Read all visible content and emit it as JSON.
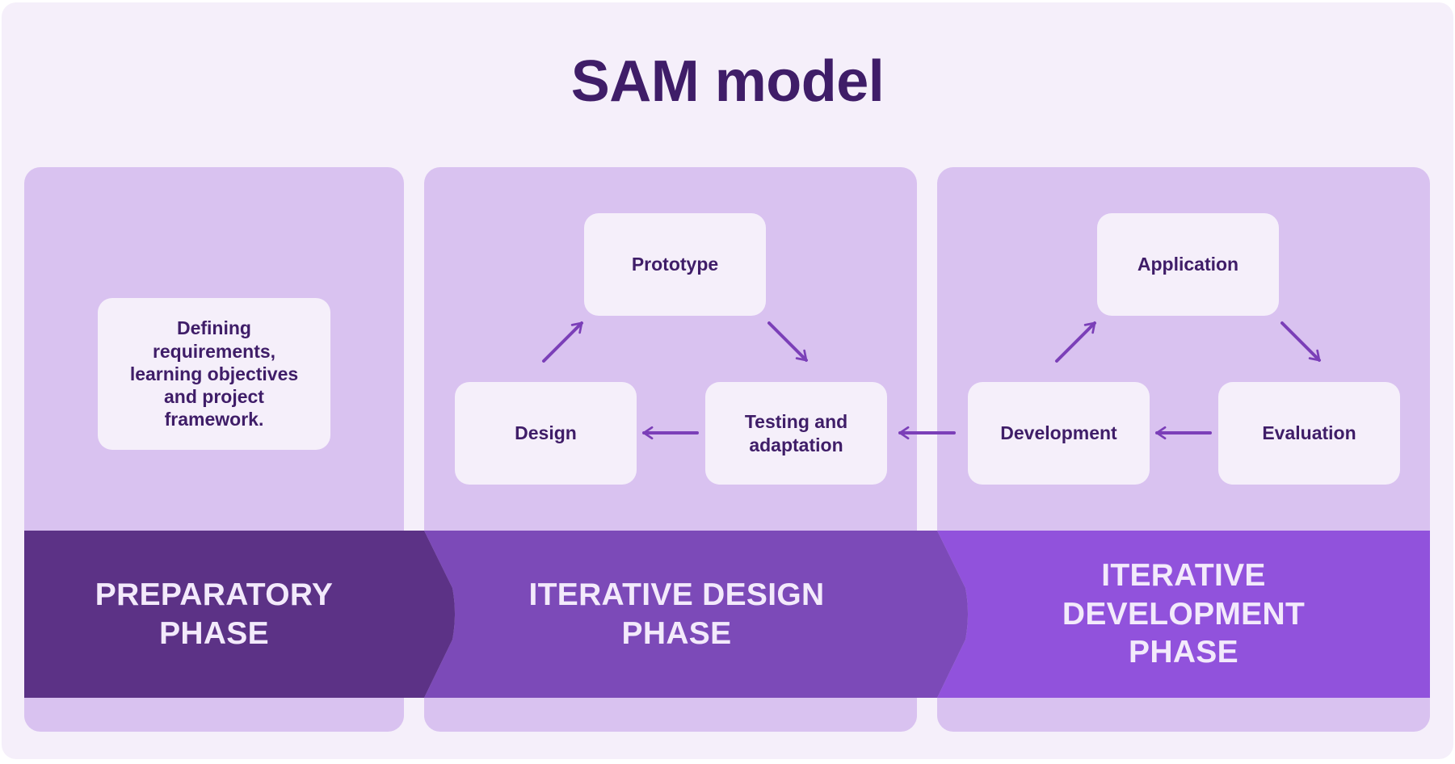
{
  "title": "SAM model",
  "colors": {
    "background": "#f5effa",
    "panel": "#d9c2f0",
    "node": "#f5effa",
    "text_dark": "#3f1d68",
    "arrow": "#7b3fb8",
    "band_preparatory": "#5c3286",
    "band_design": "#7c4ab8",
    "band_development": "#9152dc"
  },
  "preparatory": {
    "node_lines": [
      "Defining",
      "requirements,",
      "learning objectives",
      "and project",
      "framework."
    ],
    "band_lines": [
      "PREPARATORY",
      "PHASE"
    ]
  },
  "design_phase": {
    "prototype": "Prototype",
    "design": "Design",
    "testing_lines": [
      "Testing and",
      "adaptation"
    ],
    "band_lines": [
      "ITERATIVE DESIGN",
      "PHASE"
    ]
  },
  "development_phase": {
    "application": "Application",
    "development": "Development",
    "evaluation": "Evaluation",
    "band_lines": [
      "ITERATIVE",
      "DEVELOPMENT",
      "PHASE"
    ]
  }
}
